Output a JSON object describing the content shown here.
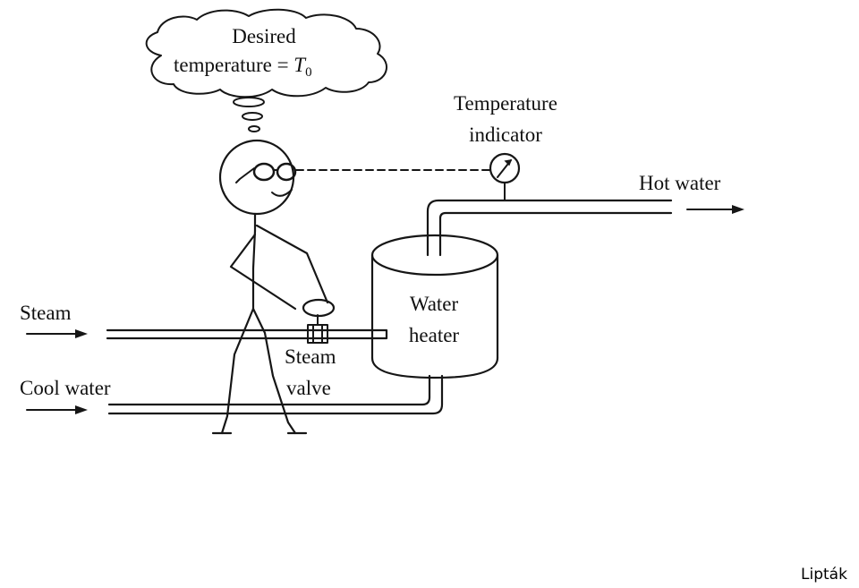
{
  "labels": {
    "thought_line1": "Desired",
    "thought_line2_prefix": "temperature = ",
    "thought_symbol": "T",
    "thought_subscript": "0",
    "temperature_indicator_line1": "Temperature",
    "temperature_indicator_line2": "indicator",
    "hot_water": "Hot water",
    "steam": "Steam",
    "cool_water": "Cool water",
    "steam_valve_line1": "Steam",
    "steam_valve_line2": "valve",
    "water_heater_line1": "Water",
    "water_heater_line2": "heater"
  },
  "credit": "Lipták",
  "colors": {
    "ink": "#161616",
    "background": "#ffffff"
  }
}
